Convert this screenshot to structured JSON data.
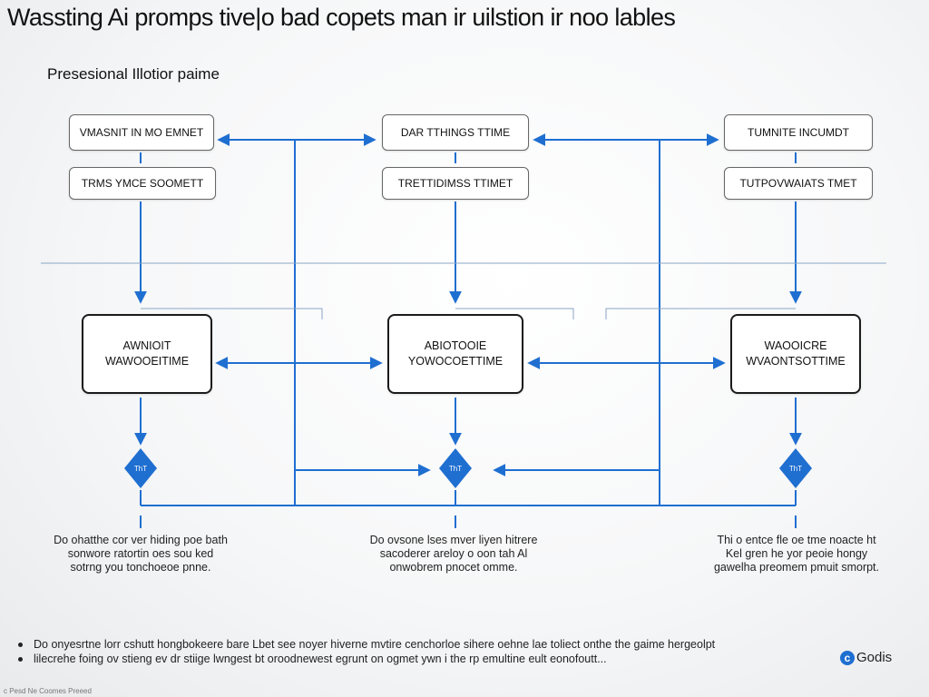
{
  "title": "Wassting Ai promps tive|o bad copets man ir uilstion ir noo lables",
  "subtitle": "Presesional Illotior paime",
  "colors": {
    "accent": "#1f6fd1",
    "box_border": "#1b1b1b"
  },
  "columns": [
    {
      "top_box": "VMASNIT IN MO EMNET",
      "second_box": "TRMS YMCE SOOMETT",
      "main_box": [
        "AWNIOIT",
        "WAWOOEITIME"
      ],
      "decision": "ThT",
      "note": [
        "Do ohatthe cor ver hiding poe bath",
        "sonwore ratortin oes sou ked",
        "sotrng you tonchoeoe pnne."
      ]
    },
    {
      "top_box": "DAR TTHINGS TTIME",
      "second_box": "TRETTIDIMSS TTIMET",
      "main_box": [
        "ABIOTOOIE",
        "YOWOCOETTIME"
      ],
      "decision": "ThT",
      "note": [
        "Do ovsone lses mver liyen hitrere",
        "sacoderer areloy o oon tah Al",
        "onwobrem pnocet omme."
      ]
    },
    {
      "top_box": "TUMNITE INCUMDT",
      "second_box": "TUTPOVWAIATS TMET",
      "main_box": [
        "WAOOICRE",
        "WVAONTSOTTIME"
      ],
      "decision": "ThT",
      "note": [
        "Thi o entce fle oe tme noacte ht",
        "Kel gren he yor peoie hongy",
        "gawelha preomem pmuit smorpt."
      ]
    }
  ],
  "bullets": [
    "Do onyesrtne lorr cshutt hongbokeere bare Lbet see noyer hiverne mvtire cenchorloe sihere oehne lae toliect onthe the gaime hergeolpt",
    "lilecrehe foing ov stieng ev dr stiige lwngest bt oroodnewest egrunt on ogmet ywn i the rp emultine eult eonofoutt..."
  ],
  "logo": {
    "icon": "c",
    "text": "Godis"
  },
  "credit": "c Pesd Ne Coomes Preeed"
}
